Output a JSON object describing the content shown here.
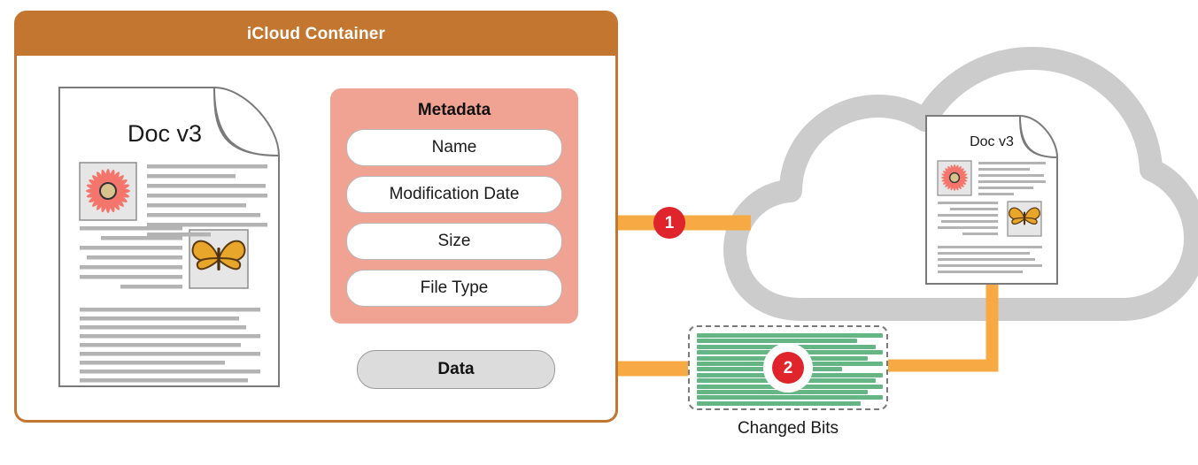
{
  "container": {
    "title": "iCloud Container",
    "header_color": "#C3762F",
    "border_color": "#C3762F"
  },
  "local_document": {
    "title": "Doc v3",
    "icons": [
      "flower-image",
      "butterfly-image"
    ],
    "paragraph_line_counts": [
      7,
      7,
      11
    ]
  },
  "metadata_panel": {
    "title": "Metadata",
    "background_color": "#F0A293",
    "fields": [
      {
        "label": "Name"
      },
      {
        "label": "Modification Date"
      },
      {
        "label": "Size"
      },
      {
        "label": "File Type"
      }
    ]
  },
  "data_capsule": {
    "label": "Data",
    "background_color": "#DCDCDC"
  },
  "changed_bits": {
    "label": "Changed Bits",
    "line_color": "#66B584",
    "border_style": "dashed"
  },
  "cloud": {
    "name": "icloud-cloud",
    "stroke_color": "#CCCCCC",
    "document": {
      "title": "Doc v3",
      "icons": [
        "flower-image",
        "butterfly-image"
      ]
    }
  },
  "flow": {
    "arrow_color": "#F7A943",
    "badge_color": "#E0242B",
    "steps": [
      {
        "number": "1",
        "description": "metadata-sync-arrow"
      },
      {
        "number": "2",
        "description": "changed-bits-arrow"
      }
    ]
  }
}
